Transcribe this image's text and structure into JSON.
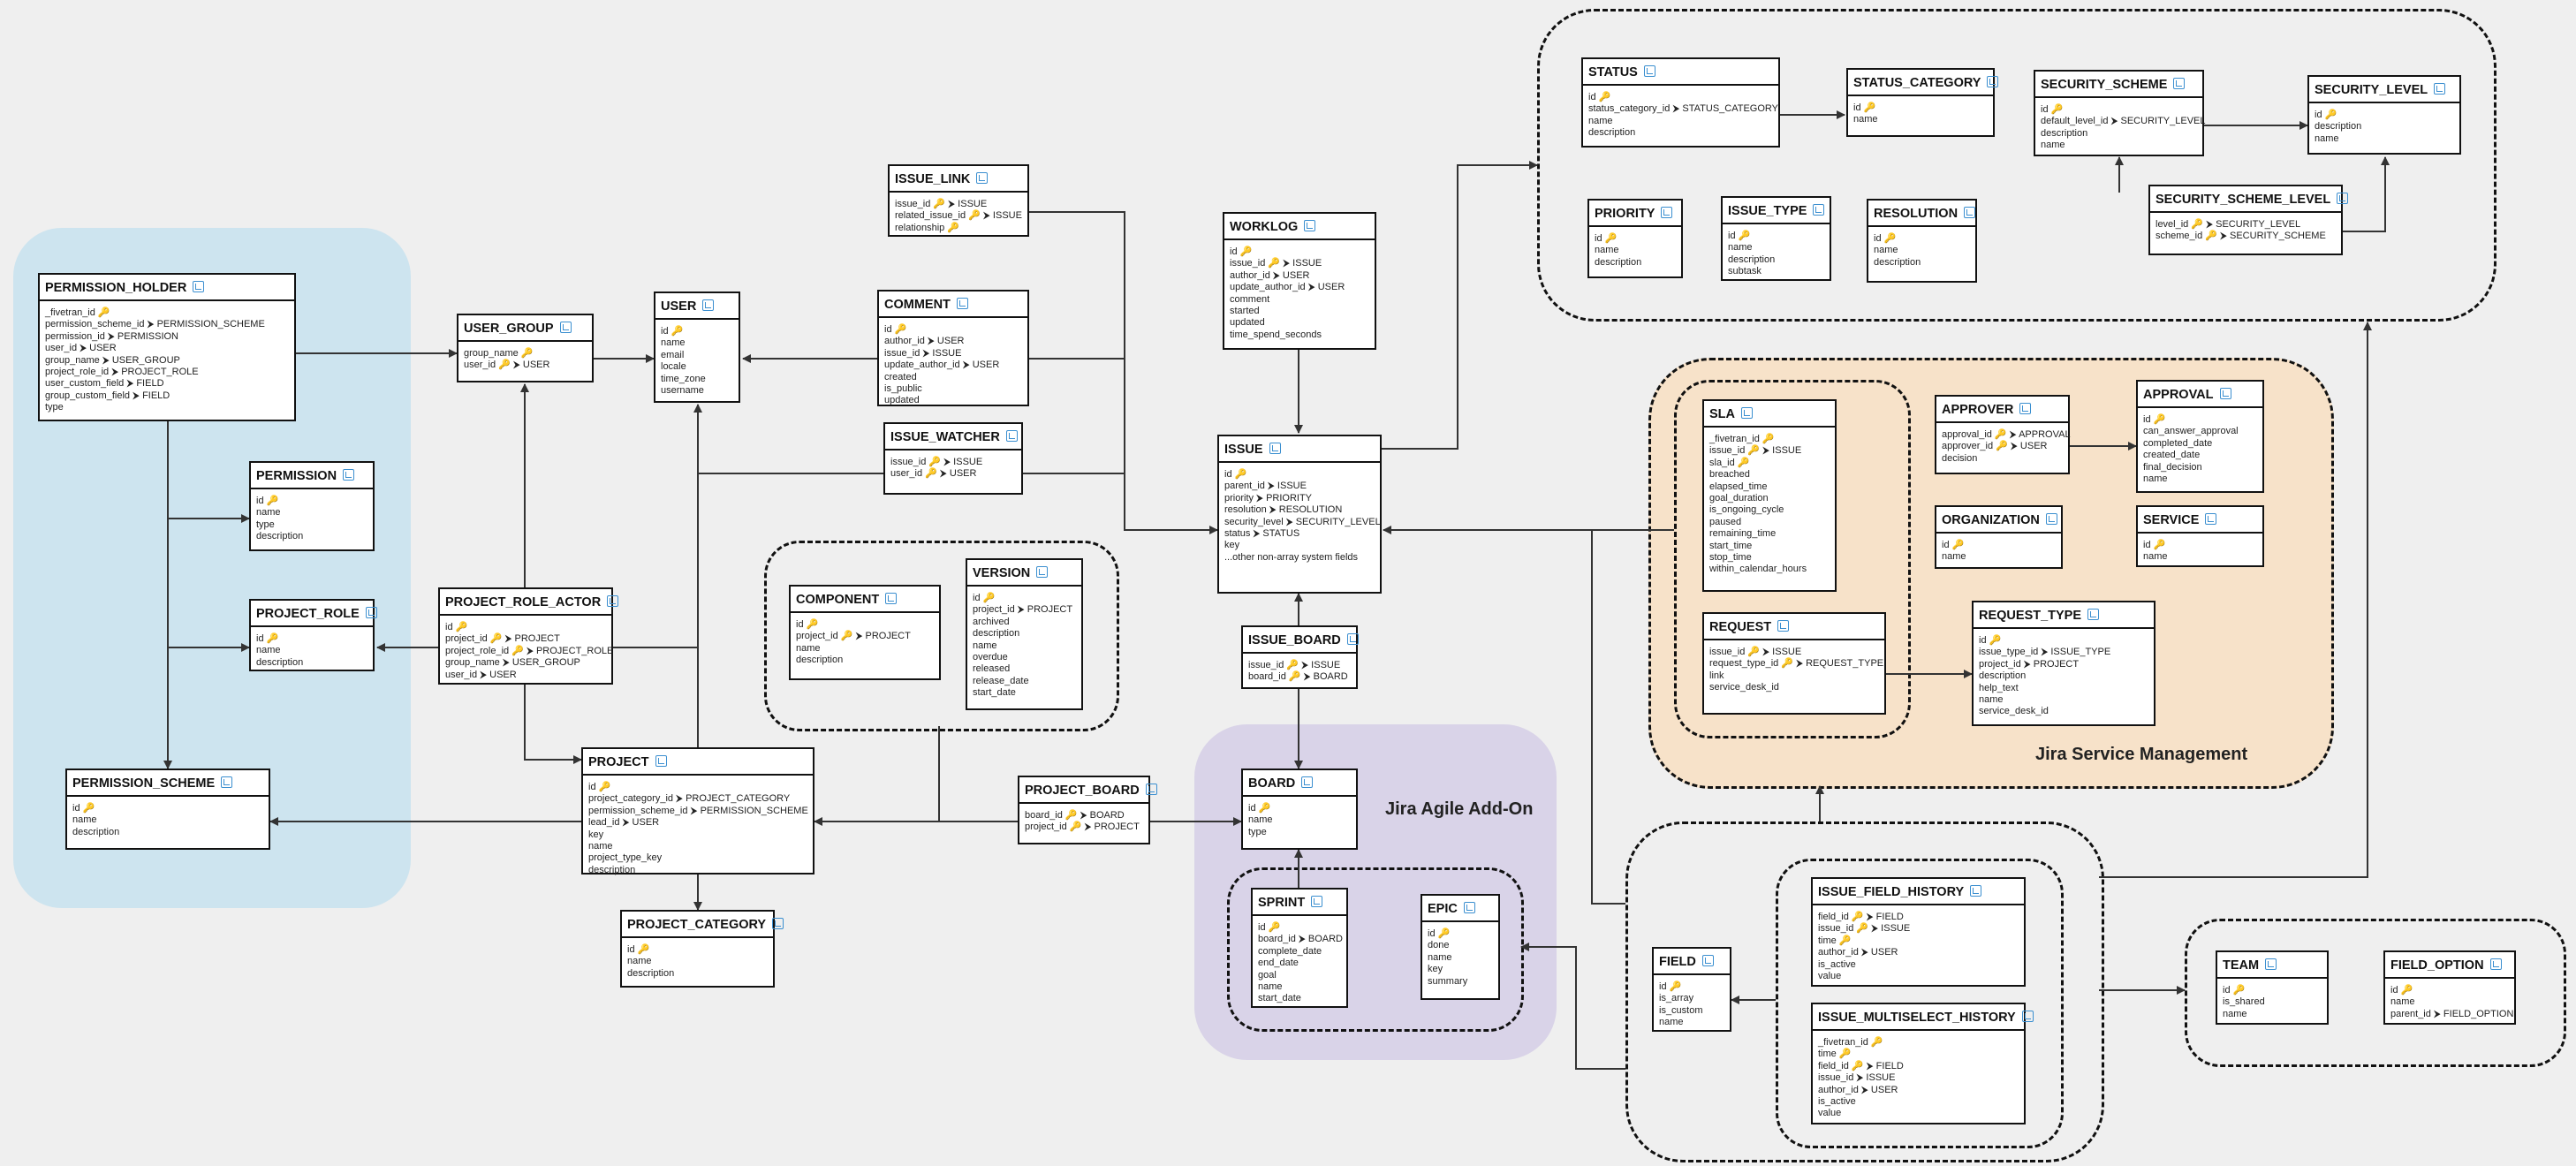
{
  "regions": {
    "agile_label": "Jira Agile Add-On",
    "jsm_label": "Jira Service Management"
  },
  "tables": {
    "PERMISSION_HOLDER": {
      "title": "PERMISSION_HOLDER",
      "fields": [
        "_fivetran_id 🔑",
        "permission_scheme_id ⮞ PERMISSION_SCHEME",
        "permission_id ⮞ PERMISSION",
        "user_id ⮞ USER",
        "group_name ⮞ USER_GROUP",
        "project_role_id ⮞ PROJECT_ROLE",
        "user_custom_field ⮞ FIELD",
        "group_custom_field ⮞ FIELD",
        "type"
      ]
    },
    "PERMISSION": {
      "title": "PERMISSION",
      "fields": [
        "id 🔑",
        "name",
        "type",
        "description"
      ]
    },
    "PROJECT_ROLE": {
      "title": "PROJECT_ROLE",
      "fields": [
        "id 🔑",
        "name",
        "description"
      ]
    },
    "PERMISSION_SCHEME": {
      "title": "PERMISSION_SCHEME",
      "fields": [
        "id 🔑",
        "name",
        "description"
      ]
    },
    "USER_GROUP": {
      "title": "USER_GROUP",
      "fields": [
        "group_name 🔑",
        "user_id 🔑 ⮞ USER"
      ]
    },
    "USER": {
      "title": "USER",
      "fields": [
        "id 🔑",
        "name",
        "email",
        "locale",
        "time_zone",
        "username"
      ]
    },
    "PROJECT_ROLE_ACTOR": {
      "title": "PROJECT_ROLE_ACTOR",
      "fields": [
        "id 🔑",
        "project_id 🔑 ⮞ PROJECT",
        "project_role_id 🔑 ⮞ PROJECT_ROLE",
        "group_name ⮞ USER_GROUP",
        "user_id ⮞ USER"
      ]
    },
    "PROJECT": {
      "title": "PROJECT",
      "fields": [
        "id 🔑",
        "project_category_id ⮞ PROJECT_CATEGORY",
        "permission_scheme_id ⮞ PERMISSION_SCHEME",
        "lead_id ⮞ USER",
        "key",
        "name",
        "project_type_key",
        "description"
      ]
    },
    "PROJECT_CATEGORY": {
      "title": "PROJECT_CATEGORY",
      "fields": [
        "id 🔑",
        "name",
        "description"
      ]
    },
    "ISSUE_LINK": {
      "title": "ISSUE_LINK",
      "fields": [
        "issue_id 🔑 ⮞ ISSUE",
        "related_issue_id 🔑 ⮞ ISSUE",
        "relationship 🔑"
      ]
    },
    "COMMENT": {
      "title": "COMMENT",
      "fields": [
        "id 🔑",
        "author_id ⮞ USER",
        "issue_id ⮞ ISSUE",
        "update_author_id ⮞ USER",
        "created",
        "is_public",
        "updated"
      ]
    },
    "ISSUE_WATCHER": {
      "title": "ISSUE_WATCHER",
      "fields": [
        "issue_id 🔑 ⮞ ISSUE",
        "user_id 🔑 ⮞ USER"
      ]
    },
    "COMPONENT": {
      "title": "COMPONENT",
      "fields": [
        "id 🔑",
        "project_id 🔑 ⮞ PROJECT",
        "name",
        "description"
      ]
    },
    "VERSION": {
      "title": "VERSION",
      "fields": [
        "id 🔑",
        "project_id ⮞ PROJECT",
        "archived",
        "description",
        "name",
        "overdue",
        "released",
        "release_date",
        "start_date"
      ]
    },
    "PROJECT_BOARD": {
      "title": "PROJECT_BOARD",
      "fields": [
        "board_id 🔑 ⮞ BOARD",
        "project_id 🔑 ⮞ PROJECT"
      ]
    },
    "WORKLOG": {
      "title": "WORKLOG",
      "fields": [
        "id 🔑",
        "issue_id 🔑 ⮞ ISSUE",
        "author_id ⮞ USER",
        "update_author_id ⮞ USER",
        "comment",
        "started",
        "updated",
        "time_spend_seconds"
      ]
    },
    "ISSUE": {
      "title": "ISSUE",
      "fields": [
        "id 🔑",
        "parent_id ⮞ ISSUE",
        "priority ⮞ PRIORITY",
        "resolution ⮞ RESOLUTION",
        "security_level ⮞ SECURITY_LEVEL",
        "status ⮞ STATUS",
        "key",
        "...other non-array system fields"
      ]
    },
    "ISSUE_BOARD": {
      "title": "ISSUE_BOARD",
      "fields": [
        "issue_id 🔑 ⮞ ISSUE",
        "board_id 🔑 ⮞ BOARD"
      ]
    },
    "BOARD": {
      "title": "BOARD",
      "fields": [
        "id 🔑",
        "name",
        "type"
      ]
    },
    "SPRINT": {
      "title": "SPRINT",
      "fields": [
        "id 🔑",
        "board_id ⮞ BOARD",
        "complete_date",
        "end_date",
        "goal",
        "name",
        "start_date"
      ]
    },
    "EPIC": {
      "title": "EPIC",
      "fields": [
        "id 🔑",
        "done",
        "name",
        "key",
        "summary"
      ]
    },
    "STATUS": {
      "title": "STATUS",
      "fields": [
        "id 🔑",
        "status_category_id ⮞ STATUS_CATEGORY",
        "name",
        "description"
      ]
    },
    "STATUS_CATEGORY": {
      "title": "STATUS_CATEGORY",
      "fields": [
        "id 🔑",
        "name"
      ]
    },
    "SECURITY_SCHEME": {
      "title": "SECURITY_SCHEME",
      "fields": [
        "id 🔑",
        "default_level_id ⮞ SECURITY_LEVEL",
        "description",
        "name"
      ]
    },
    "SECURITY_LEVEL": {
      "title": "SECURITY_LEVEL",
      "fields": [
        "id 🔑",
        "description",
        "name"
      ]
    },
    "PRIORITY": {
      "title": "PRIORITY",
      "fields": [
        "id 🔑",
        "name",
        "description"
      ]
    },
    "ISSUE_TYPE": {
      "title": "ISSUE_TYPE",
      "fields": [
        "id 🔑",
        "name",
        "description",
        "subtask"
      ]
    },
    "RESOLUTION": {
      "title": "RESOLUTION",
      "fields": [
        "id 🔑",
        "name",
        "description"
      ]
    },
    "SECURITY_SCHEME_LEVEL": {
      "title": "SECURITY_SCHEME_LEVEL",
      "fields": [
        "level_id 🔑 ⮞ SECURITY_LEVEL",
        "scheme_id 🔑 ⮞ SECURITY_SCHEME"
      ]
    },
    "SLA": {
      "title": "SLA",
      "fields": [
        "_fivetran_id 🔑",
        "issue_id 🔑 ⮞ ISSUE",
        "sla_id 🔑",
        "breached",
        "elapsed_time",
        "goal_duration",
        "is_ongoing_cycle",
        "paused",
        "remaining_time",
        "start_time",
        "stop_time",
        "within_calendar_hours"
      ]
    },
    "REQUEST": {
      "title": "REQUEST",
      "fields": [
        "issue_id 🔑 ⮞ ISSUE",
        "request_type_id 🔑 ⮞ REQUEST_TYPE",
        "link",
        "service_desk_id"
      ]
    },
    "APPROVER": {
      "title": "APPROVER",
      "fields": [
        "approval_id 🔑 ⮞ APPROVAL",
        "approver_id 🔑 ⮞ USER",
        "decision"
      ]
    },
    "APPROVAL": {
      "title": "APPROVAL",
      "fields": [
        "id 🔑",
        "can_answer_approval",
        "completed_date",
        "created_date",
        "final_decision",
        "name"
      ]
    },
    "ORGANIZATION": {
      "title": "ORGANIZATION",
      "fields": [
        "id 🔑",
        "name"
      ]
    },
    "SERVICE": {
      "title": "SERVICE",
      "fields": [
        "id 🔑",
        "name"
      ]
    },
    "REQUEST_TYPE": {
      "title": "REQUEST_TYPE",
      "fields": [
        "id 🔑",
        "issue_type_id ⮞ ISSUE_TYPE",
        "project_id ⮞ PROJECT",
        "description",
        "help_text",
        "name",
        "service_desk_id"
      ]
    },
    "FIELD": {
      "title": "FIELD",
      "fields": [
        "id 🔑",
        "is_array",
        "is_custom",
        "name"
      ]
    },
    "ISSUE_FIELD_HISTORY": {
      "title": "ISSUE_FIELD_HISTORY",
      "fields": [
        "field_id 🔑 ⮞ FIELD",
        "issue_id 🔑 ⮞ ISSUE",
        "time 🔑",
        "author_id ⮞ USER",
        "is_active",
        "value"
      ]
    },
    "ISSUE_MULTISELECT_HISTORY": {
      "title": "ISSUE_MULTISELECT_HISTORY",
      "fields": [
        "_fivetran_id 🔑",
        "time 🔑",
        "field_id 🔑 ⮞ FIELD",
        "issue_id ⮞ ISSUE",
        "author_id ⮞ USER",
        "is_active",
        "value"
      ]
    },
    "TEAM": {
      "title": "TEAM",
      "fields": [
        "id 🔑",
        "is_shared",
        "name"
      ]
    },
    "FIELD_OPTION": {
      "title": "FIELD_OPTION",
      "fields": [
        "id 🔑",
        "name",
        "parent_id ⮞ FIELD_OPTION"
      ]
    }
  }
}
